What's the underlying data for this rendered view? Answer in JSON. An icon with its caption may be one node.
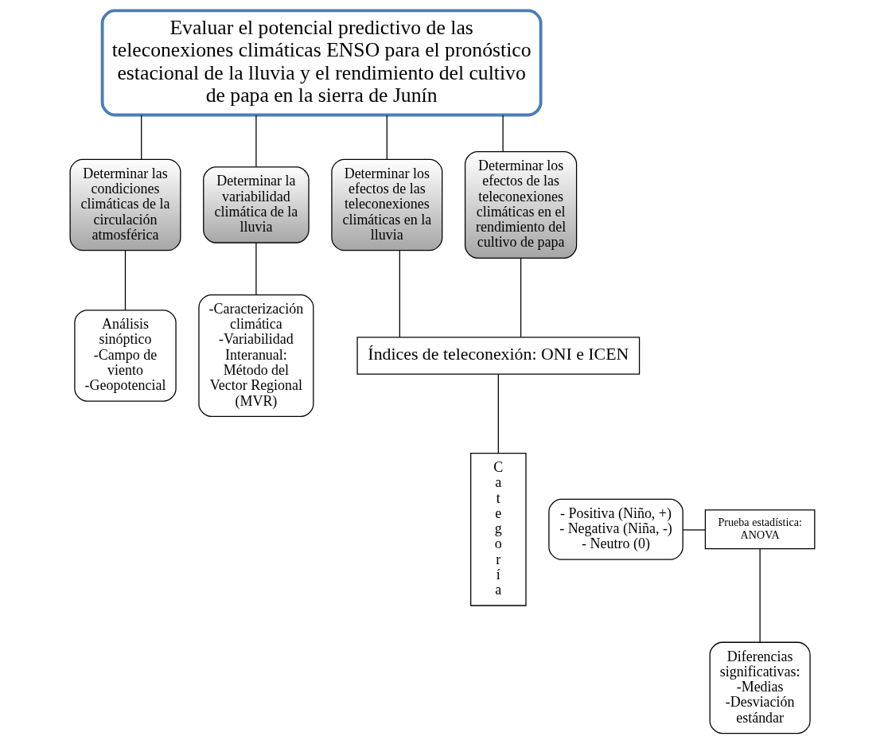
{
  "diagram": {
    "nodes": [
      {
        "text": [
          "Evaluar el potencial predictivo de las teleconexiones climáticas ENSO para el pronóstico estacional de la lluvia y el rendimiento del cultivo de papa en la sierra de Junín"
        ]
      },
      {
        "text": [
          "Determinar las condiciones climáticas de la circulación atmosférica"
        ]
      },
      {
        "text": [
          "Determinar la variabilidad climática de la lluvia"
        ]
      },
      {
        "text": [
          "Determinar los efectos de las teleconexiones climáticas en la lluvia"
        ]
      },
      {
        "text": [
          "Determinar los efectos de las teleconexiones climáticas en el rendimiento del cultivo de papa"
        ]
      },
      {
        "text": [
          "Análisis sinóptico -Campo de viento -Geopotencial"
        ]
      },
      {
        "text": [
          "-Caracterización climática -Variabilidad Interanual: Método del Vector Regional (MVR)"
        ]
      },
      {
        "text": [
          "Índices de teleconexión: ONI e ICEN"
        ]
      },
      {
        "text": [
          "Categoría"
        ]
      },
      {
        "text": [
          "- Positiva (Niño, +)",
          "- Negativa (Niña, -)",
          "- Neutro (0)"
        ]
      },
      {
        "text": [
          "Prueba estadística: ANOVA"
        ]
      },
      {
        "text": [
          "Diferencias significativas: -Medias -Desviación estándar"
        ]
      }
    ],
    "edges": [
      {
        "from": 0,
        "to": 1,
        "arrow": "none"
      },
      {
        "from": 0,
        "to": 2,
        "arrow": "none"
      },
      {
        "from": 0,
        "to": 3,
        "arrow": "none"
      },
      {
        "from": 0,
        "to": 4,
        "arrow": "none"
      },
      {
        "from": 1,
        "to": 5,
        "arrow": "none"
      },
      {
        "from": 2,
        "to": 6,
        "arrow": "none"
      },
      {
        "from": 3,
        "to": 7,
        "arrow": "none"
      },
      {
        "from": 4,
        "to": 7,
        "arrow": "none"
      },
      {
        "from": 7,
        "to": 8,
        "arrow": "none"
      },
      {
        "from": 9,
        "to": 10,
        "arrow": "none"
      },
      {
        "from": 10,
        "to": 11,
        "arrow": "none"
      }
    ]
  }
}
